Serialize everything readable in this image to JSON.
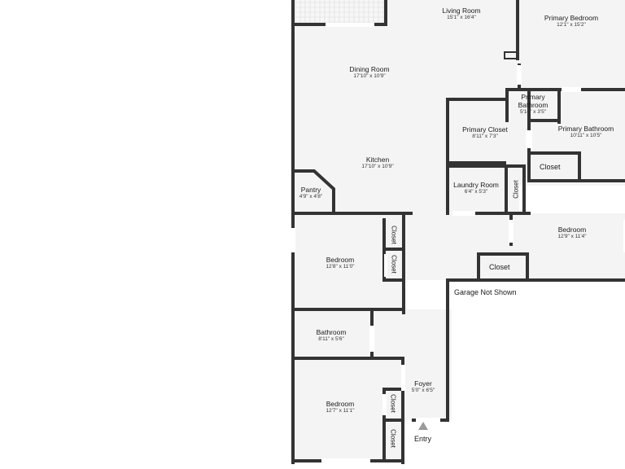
{
  "rooms": {
    "living_room": {
      "name": "Living Room",
      "dims": "15'1\" x 16'4\""
    },
    "primary_bedroom": {
      "name": "Primary Bedroom",
      "dims": "12'1\" x 15'2\""
    },
    "dining_room": {
      "name": "Dining Room",
      "dims": "17'10\" x 10'9\""
    },
    "primary_bathroom_small": {
      "name_line1": "Primary",
      "name_line2": "Bathroom",
      "dims": "5'10\" x 3'5\""
    },
    "primary_closet": {
      "name": "Primary Closet",
      "dims": "8'11\" x 7'3\""
    },
    "primary_bathroom": {
      "name": "Primary Bathroom",
      "dims": "10'11\" x 10'5\""
    },
    "kitchen": {
      "name": "Kitchen",
      "dims": "17'10\" x 10'9\""
    },
    "pantry": {
      "name": "Pantry",
      "dims": "4'9\" x 4'8\""
    },
    "laundry_room": {
      "name": "Laundry Room",
      "dims": "6'4\" x 5'3\""
    },
    "bedroom_right": {
      "name": "Bedroom",
      "dims": "12'9\" x 11'4\""
    },
    "bedroom_mid": {
      "name": "Bedroom",
      "dims": "12'8\" x 11'0\""
    },
    "bathroom": {
      "name": "Bathroom",
      "dims": "8'11\" x 5'6\""
    },
    "foyer": {
      "name": "Foyer",
      "dims": "5'0\" x 6'5\""
    },
    "bedroom_bottom": {
      "name": "Bedroom",
      "dims": "12'7\" x 11'1\""
    }
  },
  "closets": {
    "primary_bath_closet": "Closet",
    "laundry_closet": "Closet",
    "mid_closet_upper": "Closet",
    "mid_closet_lower": "Closet",
    "right_bedroom_closet": "Closet",
    "bottom_closet_upper": "Closet",
    "bottom_closet_lower": "Closet"
  },
  "notes": {
    "garage": "Garage Not Shown",
    "entry": "Entry"
  },
  "colors": {
    "wall": "#333333",
    "floor": "#f4f4f4",
    "window": "#ffffff",
    "marker": "#9a9a9a"
  }
}
